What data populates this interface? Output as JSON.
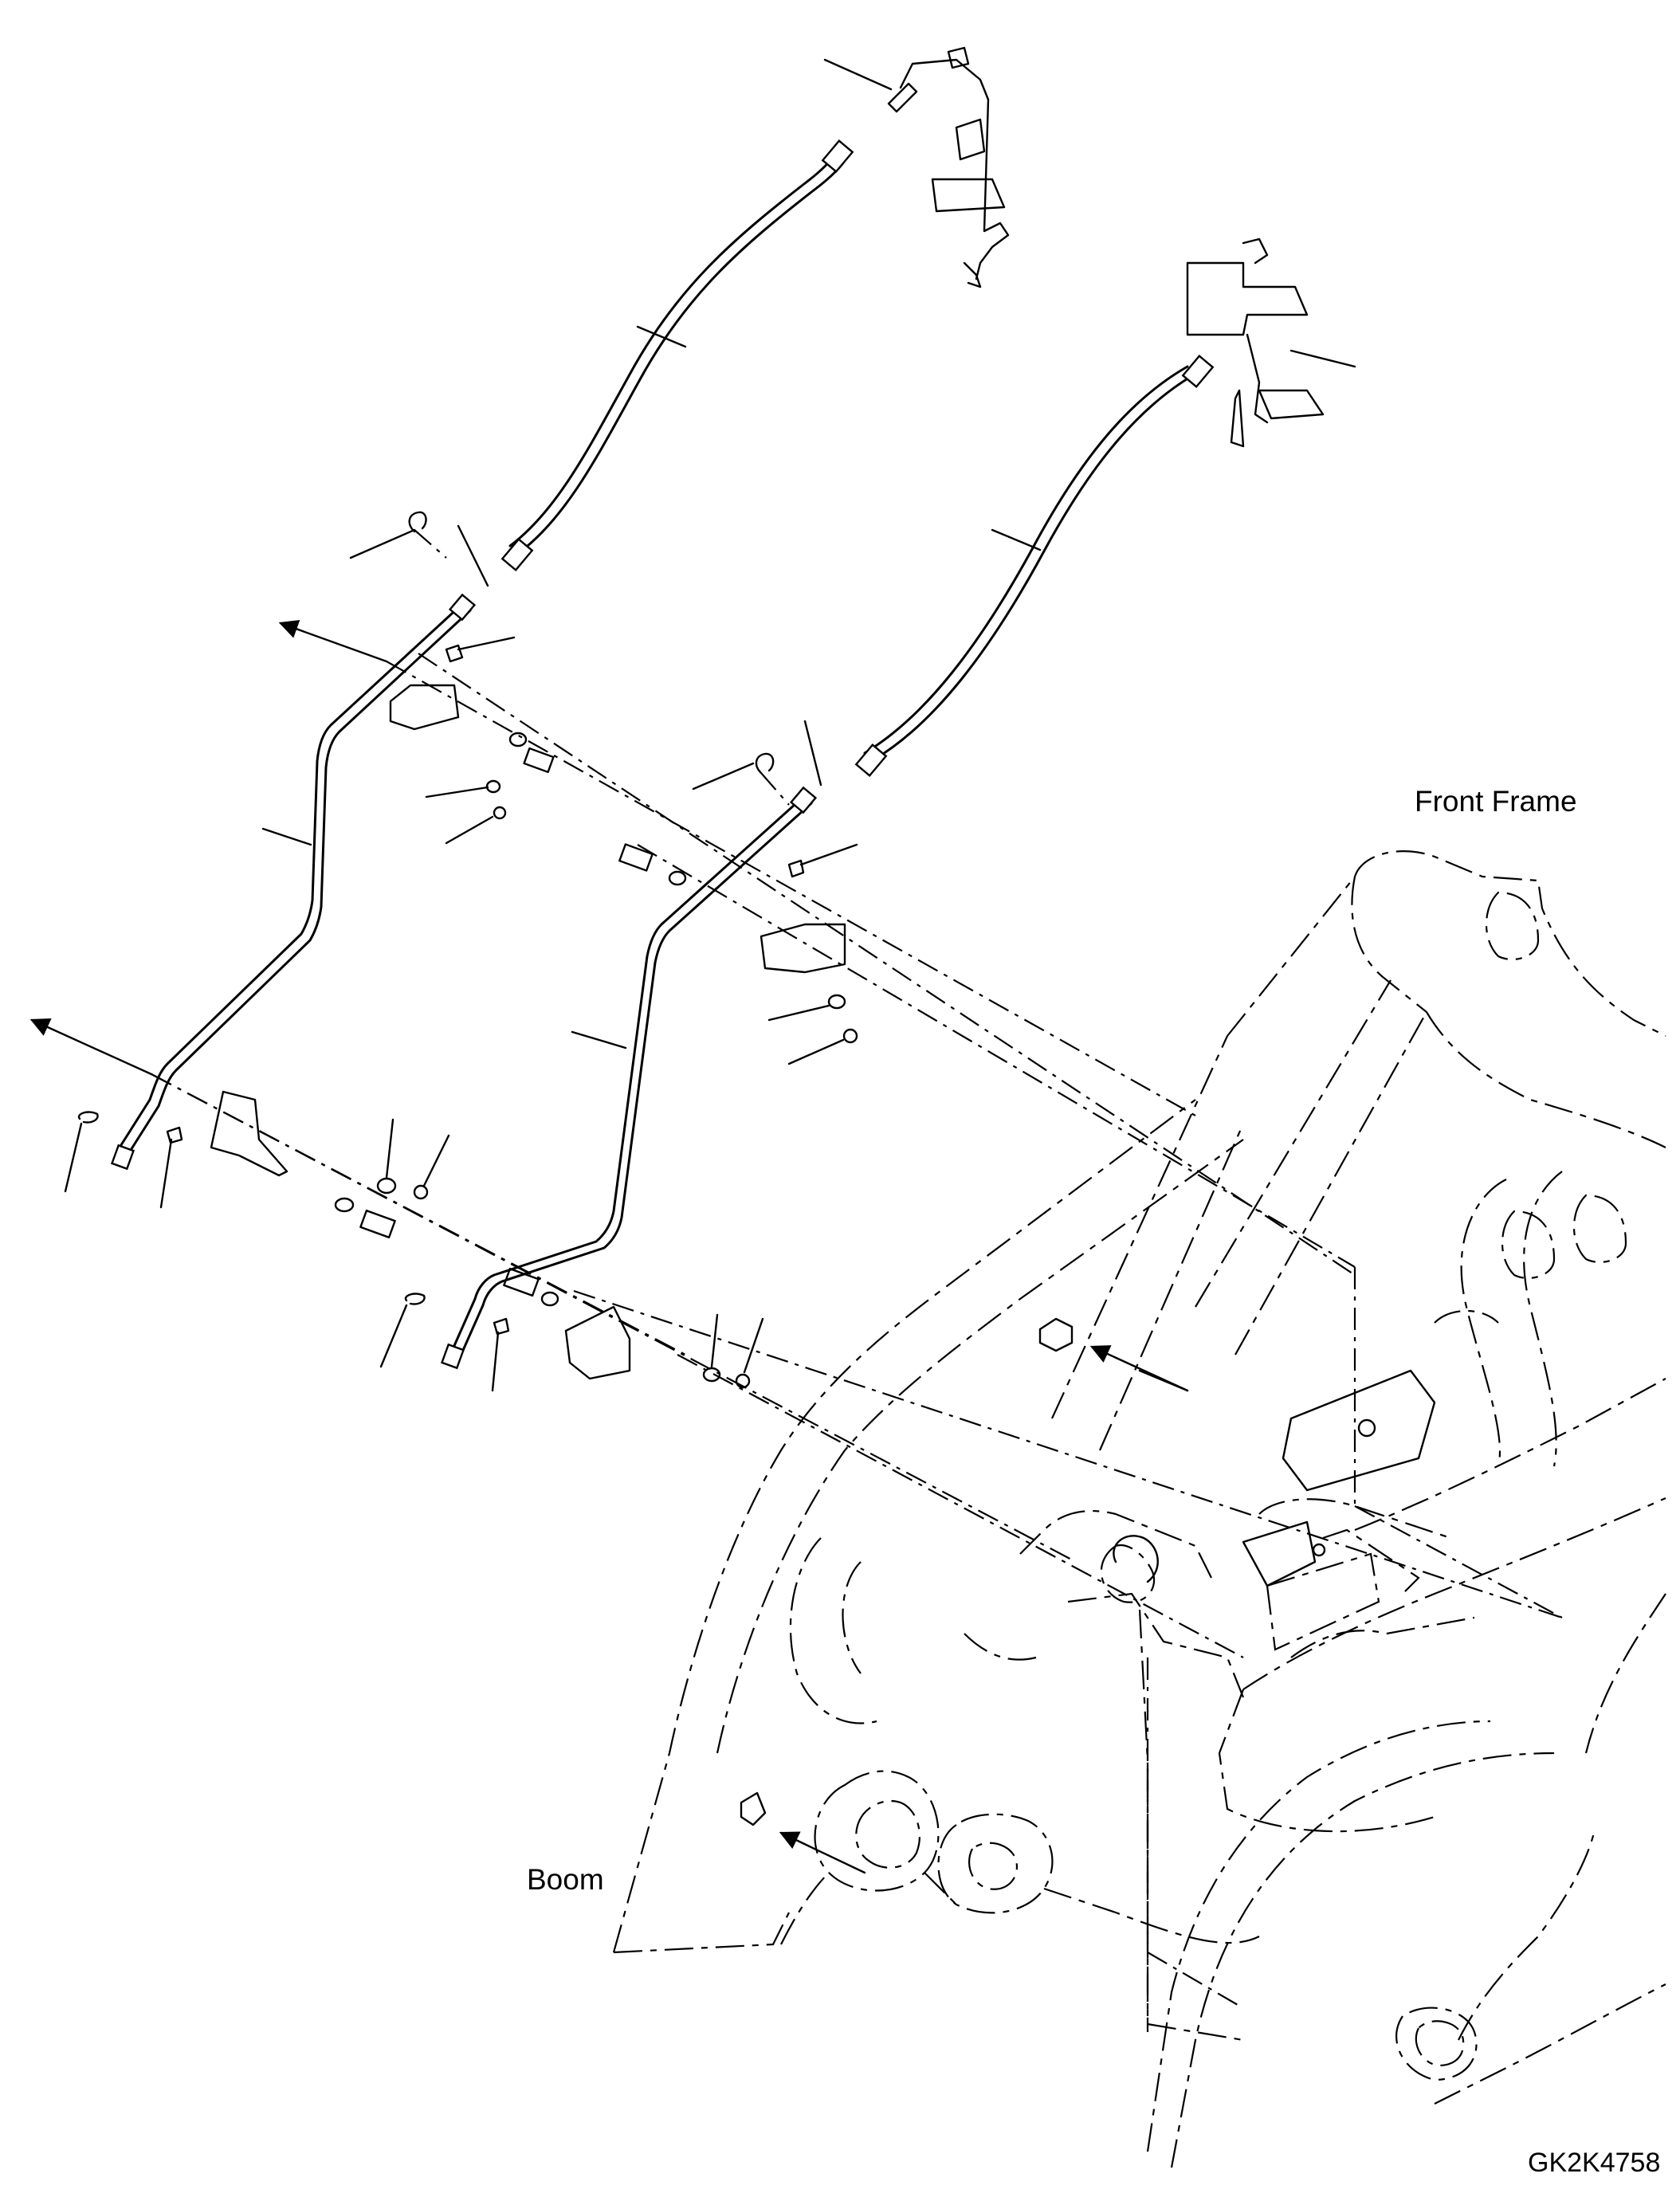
{
  "labels": {
    "front_frame": "Front Frame",
    "boom": "Boom",
    "drawing_number": "GK2K4758"
  },
  "colors": {
    "line": "#000000",
    "background": "#ffffff"
  }
}
